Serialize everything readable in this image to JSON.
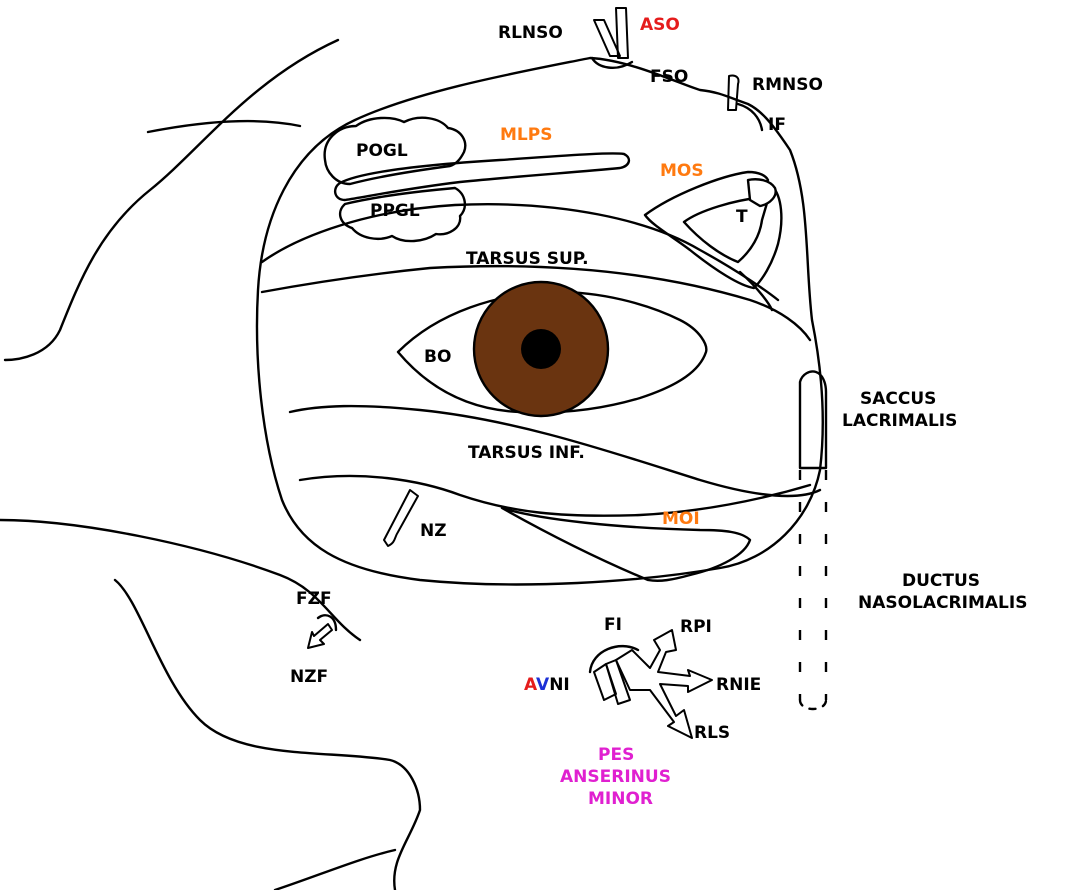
{
  "colors": {
    "nerve": "#f7f21a",
    "artery": "#e51c1c",
    "vein": "#1b2fd6",
    "muscle": "#ff7a10",
    "gland": "#8ee89a",
    "sac": "#8ee89a",
    "iris": "#6a3410",
    "pes_label": "#e020d0",
    "outline": "#000000"
  },
  "labels": {
    "rlnso": "RLNSO",
    "aso": "ASO",
    "fso": "FSO",
    "rmnso": "RMNSO",
    "if": "IF",
    "pogl": "POGL",
    "ppgl": "PPGL",
    "mlps": "MLPS",
    "mos": "MOS",
    "t": "T",
    "tarsus_sup": "TARSUS SUP.",
    "bo": "BO",
    "tarsus_inf": "TARSUS INF.",
    "saccus_1": "SACCUS",
    "saccus_2": "LACRIMALIS",
    "nz": "NZ",
    "moi": "MOI",
    "ductus_1": "DUCTUS",
    "ductus_2": "NASOLACRIMALIS",
    "fzf": "FZF",
    "nzf": "NZF",
    "fi": "FI",
    "rpi": "RPI",
    "avni_a": "A",
    "avni_v": "V",
    "avni_ni": "NI",
    "rnie": "RNIE",
    "rls": "RLS",
    "pes_1": "PES",
    "pes_2": "ANSERINUS",
    "pes_3": "MINOR"
  }
}
